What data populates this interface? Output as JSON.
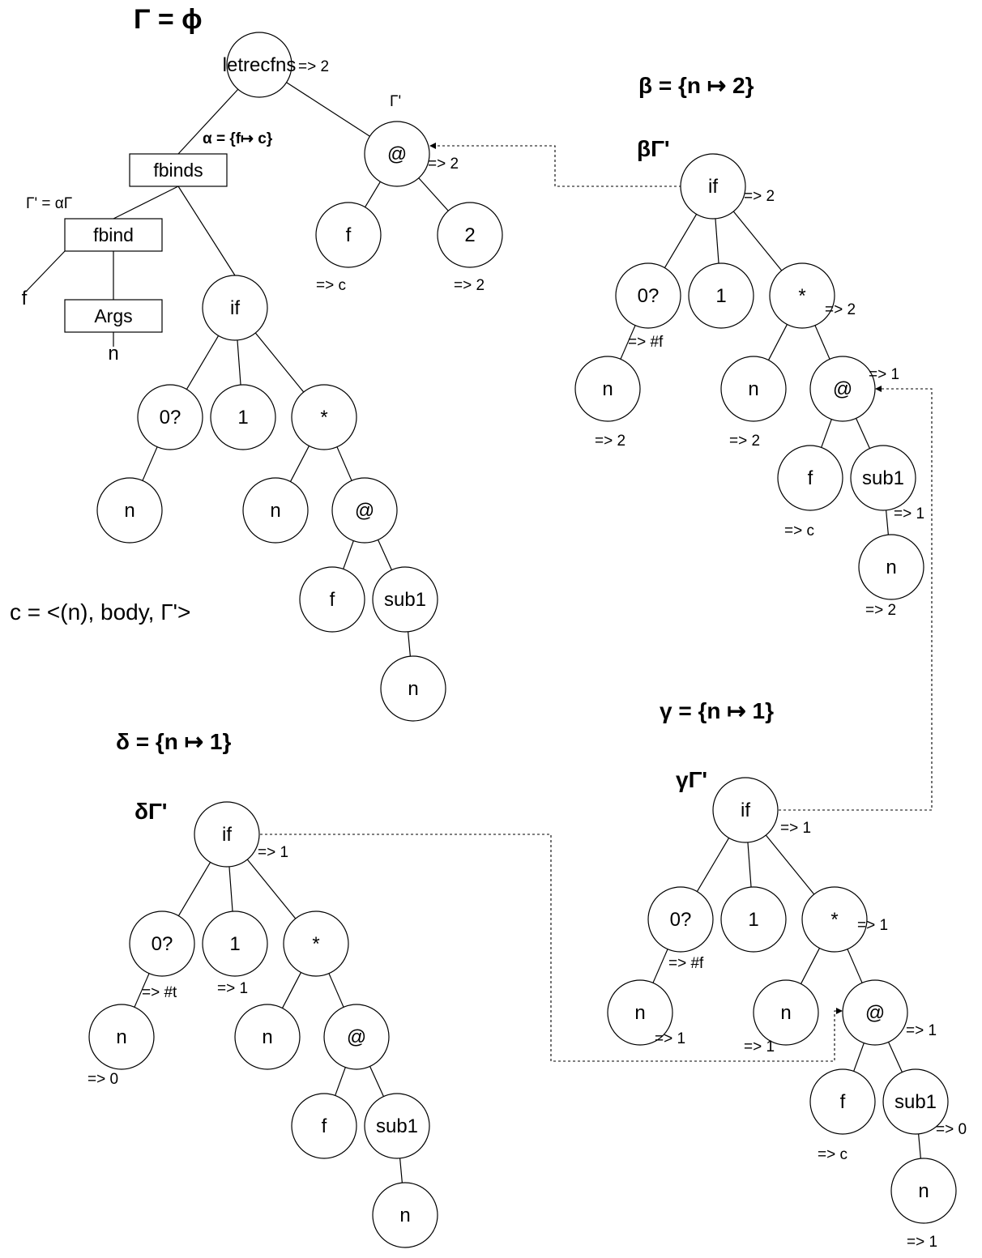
{
  "labels": {
    "empty_env": "Γ = ϕ",
    "env_prime": "Γ'",
    "env_prime_def": "Γ' = αΓ",
    "alpha_def": "α = {f↦ c}",
    "closure_def": "c = <(n), body, Γ'>",
    "beta_def": "β = {n ↦ 2}",
    "beta_env": "βΓ'",
    "gamma_def": "γ = {n ↦ 1}",
    "gamma_env": "γΓ'",
    "delta_def": "δ = {n ↦ 1}",
    "delta_env": "δΓ'"
  },
  "nodes": [
    {
      "id": "letrec",
      "label": "letrecfns",
      "shape": "circle"
    },
    {
      "id": "fbinds",
      "label": "fbinds",
      "shape": "box"
    },
    {
      "id": "fbind",
      "label": "fbind",
      "shape": "box"
    },
    {
      "id": "args",
      "label": "Args",
      "shape": "box"
    },
    {
      "id": "f_name",
      "label": "f",
      "shape": "text"
    },
    {
      "id": "n_param",
      "label": "n",
      "shape": "text"
    },
    {
      "id": "m_if",
      "label": "if",
      "shape": "circle"
    },
    {
      "id": "m_zero",
      "label": "0?",
      "shape": "circle"
    },
    {
      "id": "m_one",
      "label": "1",
      "shape": "circle"
    },
    {
      "id": "m_mul",
      "label": "*",
      "shape": "circle"
    },
    {
      "id": "m_n1",
      "label": "n",
      "shape": "circle"
    },
    {
      "id": "m_n2",
      "label": "n",
      "shape": "circle"
    },
    {
      "id": "m_app",
      "label": "@",
      "shape": "circle"
    },
    {
      "id": "m_f",
      "label": "f",
      "shape": "circle"
    },
    {
      "id": "m_sub",
      "label": "sub1",
      "shape": "circle"
    },
    {
      "id": "m_n3",
      "label": "n",
      "shape": "circle"
    },
    {
      "id": "top_app",
      "label": "@",
      "shape": "circle"
    },
    {
      "id": "top_f",
      "label": "f",
      "shape": "circle"
    },
    {
      "id": "top_2",
      "label": "2",
      "shape": "circle"
    },
    {
      "id": "b_if",
      "label": "if",
      "shape": "circle"
    },
    {
      "id": "b_zero",
      "label": "0?",
      "shape": "circle"
    },
    {
      "id": "b_one",
      "label": "1",
      "shape": "circle"
    },
    {
      "id": "b_mul",
      "label": "*",
      "shape": "circle"
    },
    {
      "id": "b_n1",
      "label": "n",
      "shape": "circle"
    },
    {
      "id": "b_n2",
      "label": "n",
      "shape": "circle"
    },
    {
      "id": "b_app",
      "label": "@",
      "shape": "circle"
    },
    {
      "id": "b_f",
      "label": "f",
      "shape": "circle"
    },
    {
      "id": "b_sub",
      "label": "sub1",
      "shape": "circle"
    },
    {
      "id": "b_n3",
      "label": "n",
      "shape": "circle"
    },
    {
      "id": "g_if",
      "label": "if",
      "shape": "circle"
    },
    {
      "id": "g_zero",
      "label": "0?",
      "shape": "circle"
    },
    {
      "id": "g_one",
      "label": "1",
      "shape": "circle"
    },
    {
      "id": "g_mul",
      "label": "*",
      "shape": "circle"
    },
    {
      "id": "g_n1",
      "label": "n",
      "shape": "circle"
    },
    {
      "id": "g_n2",
      "label": "n",
      "shape": "circle"
    },
    {
      "id": "g_app",
      "label": "@",
      "shape": "circle"
    },
    {
      "id": "g_f",
      "label": "f",
      "shape": "circle"
    },
    {
      "id": "g_sub",
      "label": "sub1",
      "shape": "circle"
    },
    {
      "id": "g_n3",
      "label": "n",
      "shape": "circle"
    },
    {
      "id": "d_if",
      "label": "if",
      "shape": "circle"
    },
    {
      "id": "d_zero",
      "label": "0?",
      "shape": "circle"
    },
    {
      "id": "d_one",
      "label": "1",
      "shape": "circle"
    },
    {
      "id": "d_mul",
      "label": "*",
      "shape": "circle"
    },
    {
      "id": "d_n1",
      "label": "n",
      "shape": "circle"
    },
    {
      "id": "d_n2",
      "label": "n",
      "shape": "circle"
    },
    {
      "id": "d_app",
      "label": "@",
      "shape": "circle"
    },
    {
      "id": "d_f",
      "label": "f",
      "shape": "circle"
    },
    {
      "id": "d_sub",
      "label": "sub1",
      "shape": "circle"
    },
    {
      "id": "d_n3",
      "label": "n",
      "shape": "circle"
    }
  ],
  "edges": [
    [
      "letrec",
      "fbinds"
    ],
    [
      "letrec",
      "top_app"
    ],
    [
      "fbinds",
      "fbind"
    ],
    [
      "fbinds",
      "m_if"
    ],
    [
      "fbind",
      "f_name"
    ],
    [
      "fbind",
      "args"
    ],
    [
      "args",
      "n_param"
    ],
    [
      "m_if",
      "m_zero"
    ],
    [
      "m_if",
      "m_one"
    ],
    [
      "m_if",
      "m_mul"
    ],
    [
      "m_zero",
      "m_n1"
    ],
    [
      "m_mul",
      "m_n2"
    ],
    [
      "m_mul",
      "m_app"
    ],
    [
      "m_app",
      "m_f"
    ],
    [
      "m_app",
      "m_sub"
    ],
    [
      "m_sub",
      "m_n3"
    ],
    [
      "top_app",
      "top_f"
    ],
    [
      "top_app",
      "top_2"
    ],
    [
      "b_if",
      "b_zero"
    ],
    [
      "b_if",
      "b_one"
    ],
    [
      "b_if",
      "b_mul"
    ],
    [
      "b_zero",
      "b_n1"
    ],
    [
      "b_mul",
      "b_n2"
    ],
    [
      "b_mul",
      "b_app"
    ],
    [
      "b_app",
      "b_f"
    ],
    [
      "b_app",
      "b_sub"
    ],
    [
      "b_sub",
      "b_n3"
    ],
    [
      "g_if",
      "g_zero"
    ],
    [
      "g_if",
      "g_one"
    ],
    [
      "g_if",
      "g_mul"
    ],
    [
      "g_zero",
      "g_n1"
    ],
    [
      "g_mul",
      "g_n2"
    ],
    [
      "g_mul",
      "g_app"
    ],
    [
      "g_app",
      "g_f"
    ],
    [
      "g_app",
      "g_sub"
    ],
    [
      "g_sub",
      "g_n3"
    ],
    [
      "d_if",
      "d_zero"
    ],
    [
      "d_if",
      "d_one"
    ],
    [
      "d_if",
      "d_mul"
    ],
    [
      "d_zero",
      "d_n1"
    ],
    [
      "d_mul",
      "d_n2"
    ],
    [
      "d_mul",
      "d_app"
    ],
    [
      "d_app",
      "d_f"
    ],
    [
      "d_app",
      "d_sub"
    ],
    [
      "d_sub",
      "d_n3"
    ]
  ],
  "pointers": [
    {
      "from": "b_if",
      "to": "top_app",
      "style": "dashed"
    },
    {
      "from": "g_if",
      "to": "b_app",
      "style": "dashed"
    },
    {
      "from": "d_if",
      "to": "g_app",
      "style": "dashed"
    }
  ],
  "results": [
    {
      "node": "letrec",
      "text": "=> 2"
    },
    {
      "node": "top_app",
      "text": "=> 2"
    },
    {
      "node": "top_f",
      "text": "=> c"
    },
    {
      "node": "top_2",
      "text": "=> 2"
    },
    {
      "node": "b_if",
      "text": "=> 2"
    },
    {
      "node": "b_zero",
      "text": "=> #f"
    },
    {
      "node": "b_mul",
      "text": "=> 2"
    },
    {
      "node": "b_n1",
      "text": "=> 2"
    },
    {
      "node": "b_n2",
      "text": "=> 2"
    },
    {
      "node": "b_app",
      "text": "=> 1"
    },
    {
      "node": "b_f",
      "text": "=> c"
    },
    {
      "node": "b_sub",
      "text": "=> 1"
    },
    {
      "node": "b_n3",
      "text": "=> 2"
    },
    {
      "node": "g_if",
      "text": "=> 1"
    },
    {
      "node": "g_zero",
      "text": "=> #f"
    },
    {
      "node": "g_mul",
      "text": "=> 1"
    },
    {
      "node": "g_n1",
      "text": "=> 1"
    },
    {
      "node": "g_n2",
      "text": "=> 1"
    },
    {
      "node": "g_app",
      "text": "=> 1"
    },
    {
      "node": "g_f",
      "text": "=> c"
    },
    {
      "node": "g_sub",
      "text": "=> 0"
    },
    {
      "node": "g_n3",
      "text": "=> 1"
    },
    {
      "node": "d_if",
      "text": "=> 1"
    },
    {
      "node": "d_zero",
      "text": "=> #t"
    },
    {
      "node": "d_one",
      "text": "=> 1"
    },
    {
      "node": "d_n1",
      "text": "=> 0"
    }
  ]
}
